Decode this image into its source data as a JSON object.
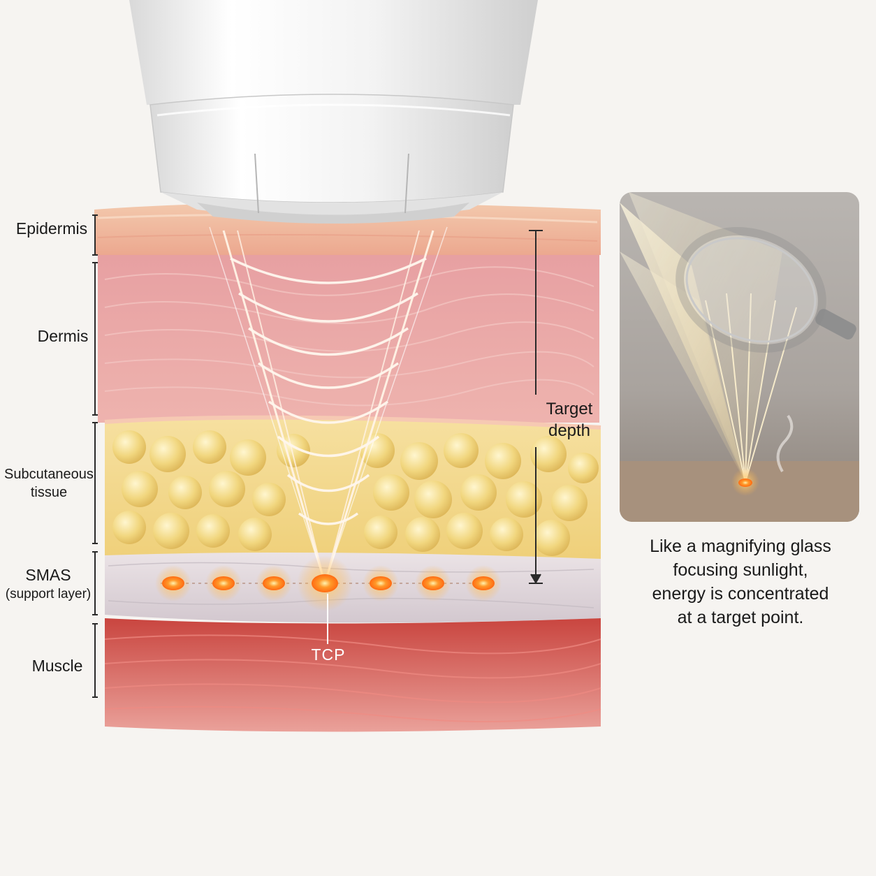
{
  "layers": {
    "epidermis": "Epidermis",
    "dermis": "Dermis",
    "subcutaneous_line1": "Subcutaneous",
    "subcutaneous_line2": "tissue",
    "smas": "SMAS",
    "smas_sub": "(support layer)",
    "muscle": "Muscle"
  },
  "target_depth_line1": "Target",
  "target_depth_line2": "depth",
  "focal_point_label": "TCP",
  "analogy_caption": [
    "Like a magnifying glass",
    "focusing sunlight,",
    "energy is concentrated",
    "at a target point."
  ],
  "focal_point_count": 7,
  "colors": {
    "epidermis": "#f0b89a",
    "dermis": "#eaa3a0",
    "fat": "#f3d77a",
    "smas": "#d9d4d8",
    "muscle": "#d9645c",
    "focal_point": "#ff7a1a",
    "device": "#f4f4f4"
  },
  "icons": [
    "ultrasound-transducer-icon",
    "magnifying-glass-icon",
    "sun-ray-icon",
    "smoke-icon"
  ]
}
